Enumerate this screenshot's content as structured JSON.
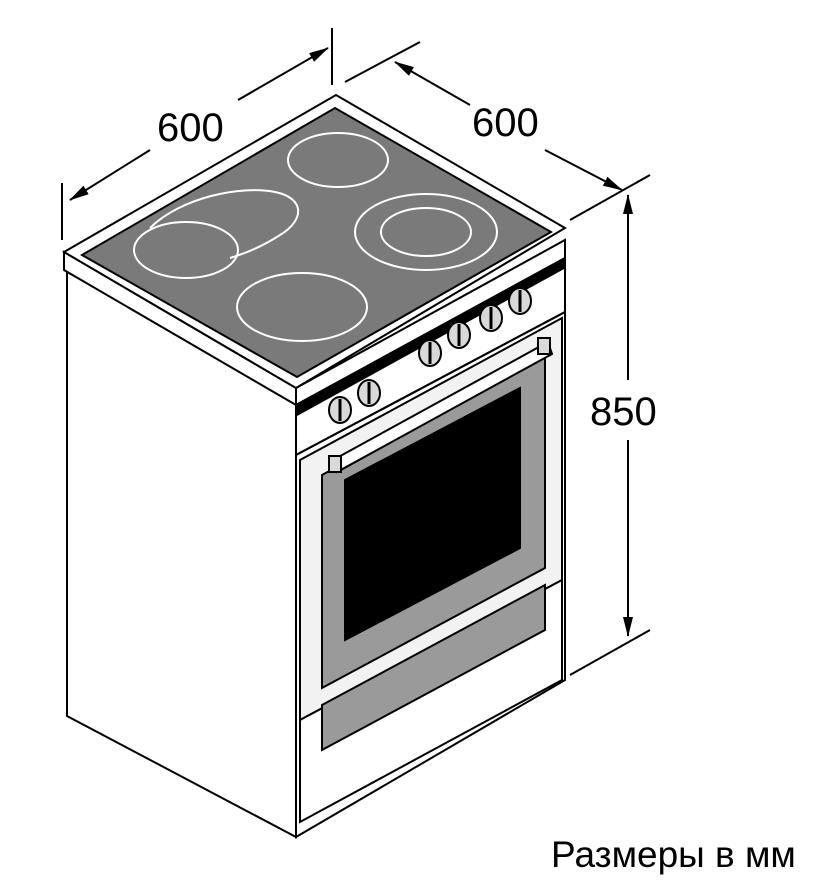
{
  "dimensions": {
    "width": "600",
    "depth": "600",
    "height": "850"
  },
  "caption": "Размеры в мм",
  "colors": {
    "line": "#000000",
    "body_fill": "#ffffff",
    "cooktop_fill": "#7a7a7a",
    "burner_ring": "#ffffff",
    "control_strip": "#000000",
    "oven_window": "#000000",
    "door_fill": "#f2f2f2",
    "knob_fill": "#d9d9d9"
  },
  "appliance": {
    "type": "electric cooker with ceramic hob",
    "burner_count": 4,
    "knob_count": 6
  }
}
